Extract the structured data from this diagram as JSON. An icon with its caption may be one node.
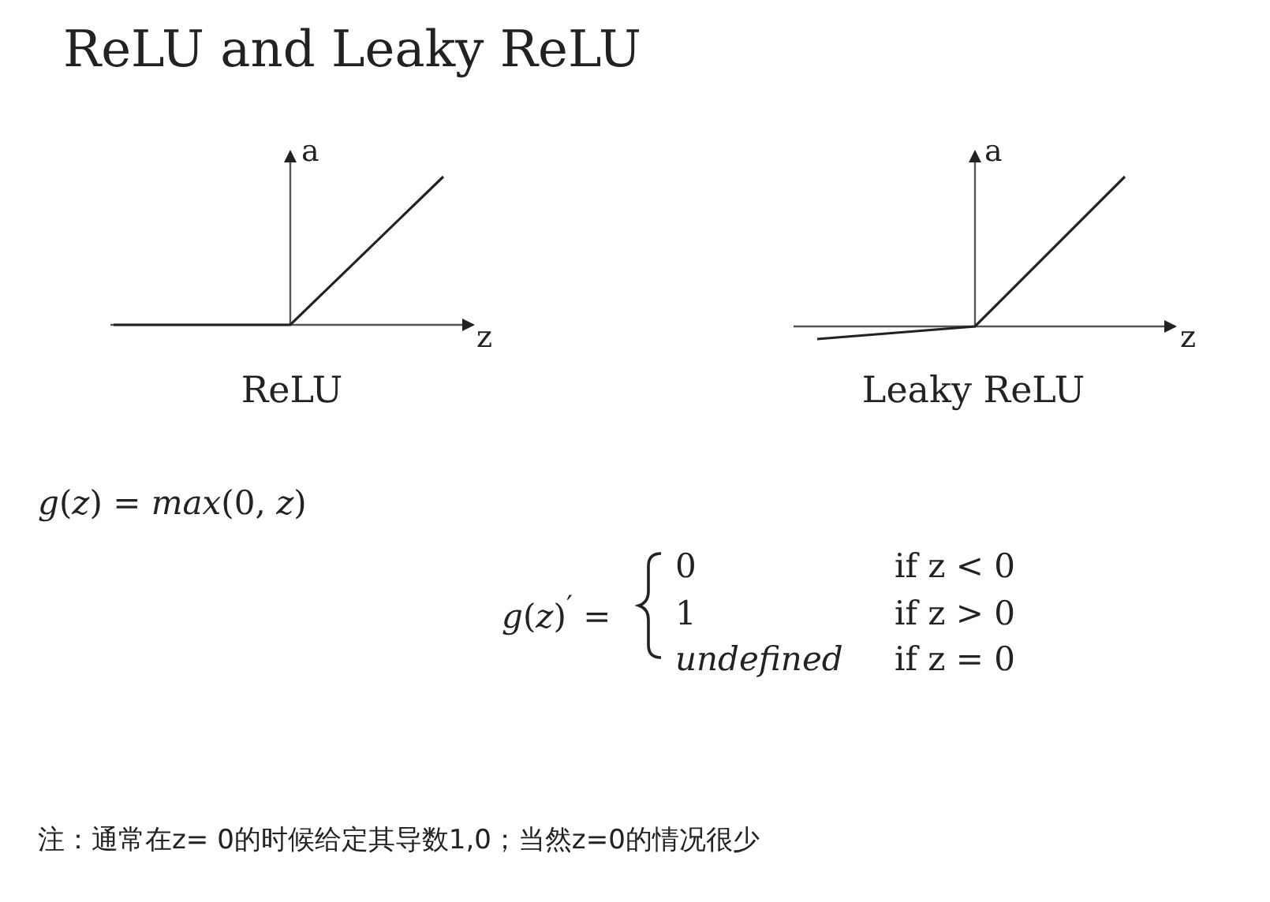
{
  "diagram": {
    "title": "ReLU and Leaky ReLU",
    "labels": [
      "a",
      "z",
      "ReLU",
      "a",
      "z",
      "Leaky ReLU",
      "*g*(*z*) = *max*(0, *z*)",
      "*g*(*z*)$^{′}$ =",
      "0",
      "if z < 0",
      "1",
      "if z > 0",
      "undefined",
      "if z = 0",
      "注：通常在z= 0的时候给定其导数1,0；当然z=0的情况很少"
    ]
  }
}
